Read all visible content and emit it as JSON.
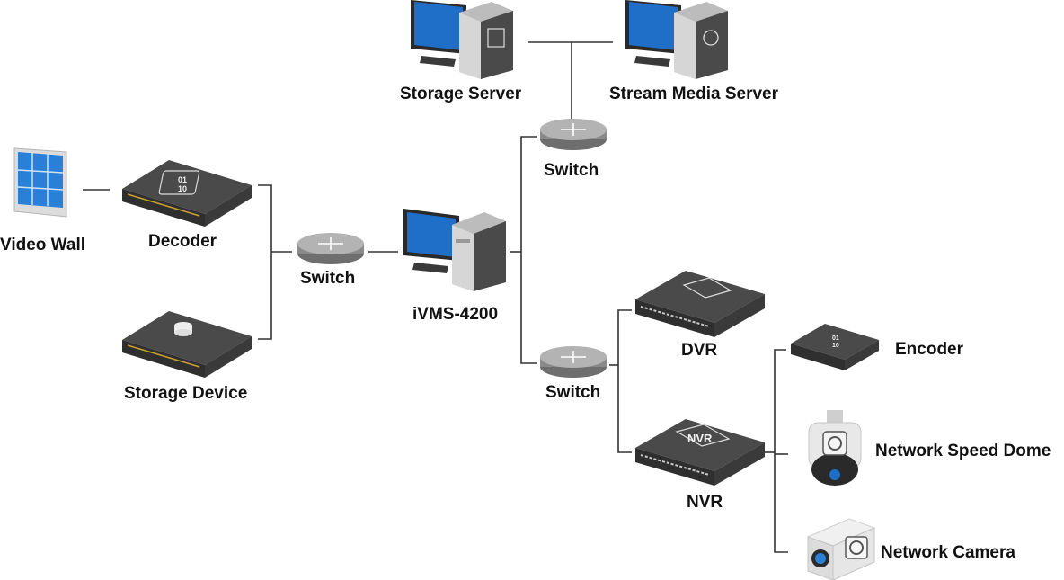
{
  "labels": {
    "video_wall": "Video Wall",
    "decoder": "Decoder",
    "storage_device": "Storage Device",
    "switch_left": "Switch",
    "ivms": "iVMS-4200",
    "storage_server": "Storage Server",
    "stream_media_server": "Stream Media Server",
    "switch_top": "Switch",
    "switch_bottom": "Switch",
    "dvr": "DVR",
    "nvr": "NVR",
    "encoder": "Encoder",
    "network_speed_dome": "Network Speed Dome",
    "network_camera": "Network Camera"
  },
  "device_marks": {
    "nvr_face": "NVR",
    "binary_top": "01",
    "binary_bottom": "10"
  },
  "colors": {
    "wire": "#333333",
    "device_dark": "#3d3d3d",
    "device_top": "#4a4a4a",
    "screen_blue": "#1f6fc9",
    "switch_gray": "#9a9a9a"
  }
}
